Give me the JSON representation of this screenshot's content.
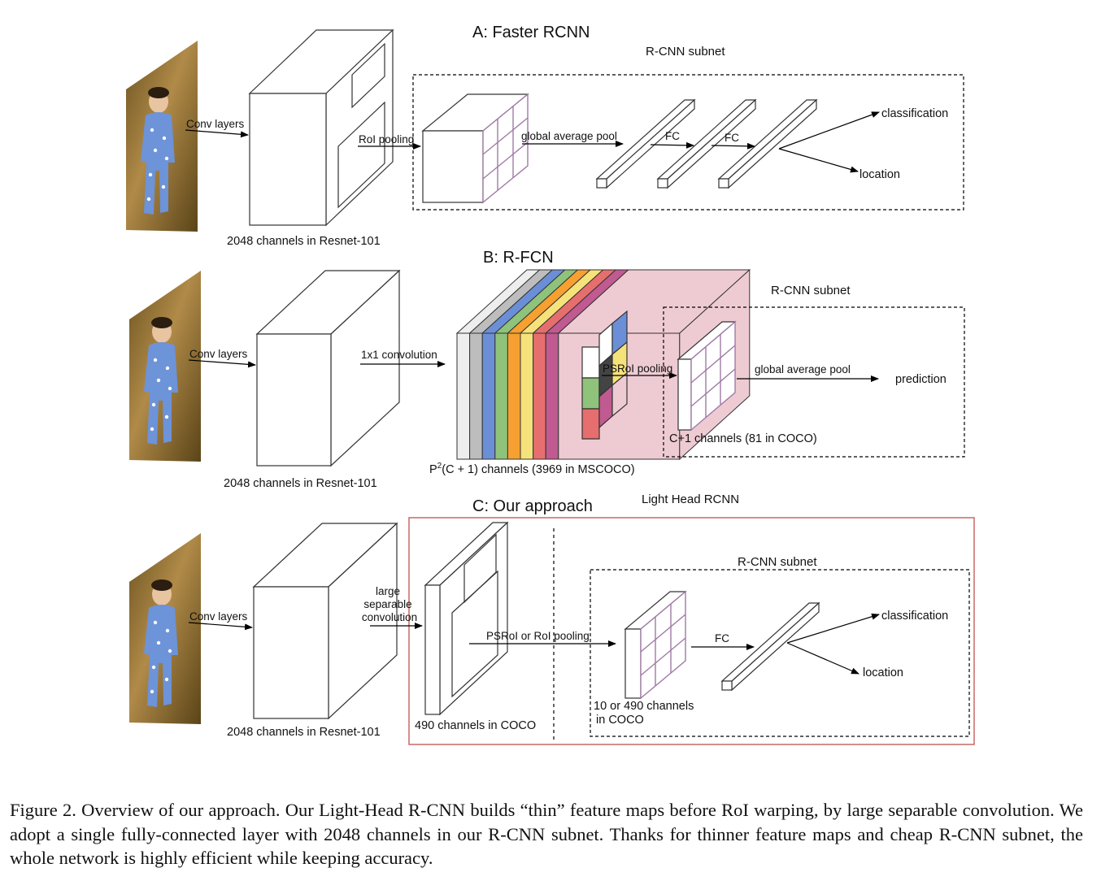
{
  "panel_a": {
    "title": "A: Faster RCNN",
    "subnet_label": "R-CNN subnet",
    "conv_layers": "Conv layers",
    "roi_pooling": "RoI pooling",
    "global_average_pool": "global average pool",
    "fc1": "FC",
    "fc2": "FC",
    "classification": "classification",
    "location": "location",
    "channels": "2048 channels in Resnet-101"
  },
  "panel_b": {
    "title": "B: R-FCN",
    "subnet_label": "R-CNN subnet",
    "conv_layers": "Conv layers",
    "conv1x1": "1x1 convolution",
    "psroi_pooling": "PSRoI pooling",
    "global_average_pool": "global average pool",
    "prediction": "prediction",
    "subnet_channels": "C+1 channels (81 in COCO)",
    "score_maps_pre": "P",
    "score_maps_sup": "2",
    "score_maps_post": "(C + 1)  channels (3969 in MSCOCO)",
    "channels": "2048 channels in Resnet-101",
    "stripe_colors": [
      "#eeeeee",
      "#bdbdbd",
      "#6b8fd6",
      "#8fc27a",
      "#f5a030",
      "#f6e27a",
      "#e66e6e",
      "#c05a90",
      "#eecbd3"
    ]
  },
  "panel_c": {
    "title": "C: Our approach",
    "light_head_label": "Light Head RCNN",
    "subnet_label": "R-CNN subnet",
    "conv_layers": "Conv layers",
    "large": "large",
    "separable": "separable",
    "convolution": "convolution",
    "pooling": "PSRoI or RoI pooling",
    "fc": "FC",
    "classification": "classification",
    "location": "location",
    "thin_channels": "490 channels in COCO",
    "roi_channels_1": "10  or 490 channels",
    "roi_channels_2": "in COCO",
    "channels": "2048 channels in Resnet-101"
  },
  "caption": "Figure 2. Overview of our approach. Our Light-Head R-CNN builds “thin” feature maps before RoI warping, by large separable convolution. We adopt a single fully-connected layer with 2048 channels in our R-CNN subnet. Thanks for thinner feature maps and cheap R-CNN subnet, the whole network is highly efficient while keeping accuracy.",
  "colors": {
    "grid_purple": "#a07aa6",
    "light_head_border": "#c0504d",
    "photo_dark": "#5a4418",
    "photo_light": "#b08a48",
    "pajama_blue": "#6d93d8"
  }
}
